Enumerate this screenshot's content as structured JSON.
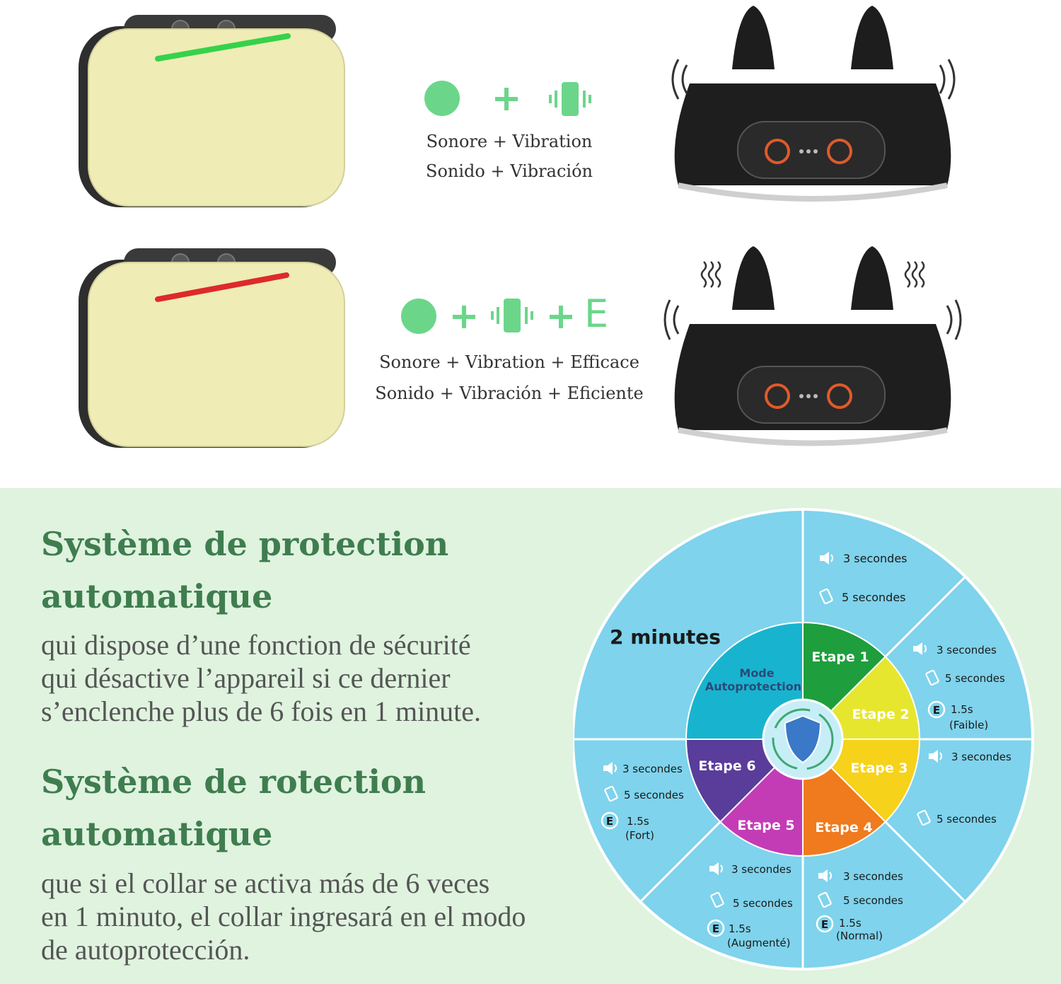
{
  "colors": {
    "green_accent": "#6bd68a",
    "heading_green": "#3f7d4f",
    "bg_green": "#dff3df",
    "circle_blue": "#7fd3ec",
    "stage1": "#1e9e3c",
    "stage2": "#e7e62e",
    "stage3": "#f6d21a",
    "stage4": "#f07a1e",
    "stage5": "#c43bb6",
    "stage6": "#5a3c9a",
    "mode": "#18b4cf"
  },
  "panel1": {
    "icons": [
      "dot-icon",
      "plus-icon",
      "vibration-icon"
    ],
    "caption_fr": "Sonore + Vibration",
    "caption_es": "Sonido + Vibración"
  },
  "panel2": {
    "icons": [
      "dot-icon",
      "plus-icon",
      "vibration-icon",
      "plus-icon",
      "e-icon"
    ],
    "e_letter": "E",
    "caption_fr": "Sonore + Vibration + Efficace",
    "caption_es": "Sonido + Vibración + Eficiente"
  },
  "text": {
    "heading1_line1": "Système de protection",
    "heading1_line2": "automatique",
    "para1": [
      "qui dispose d’une fonction de sécurité",
      "qui désactive l’appareil si ce dernier",
      "s’enclenche plus de 6 fois en 1 minute."
    ],
    "heading2_line1": "Système de rotection",
    "heading2_line2": "automatique",
    "para2": [
      "que si el collar se activa más de 6 veces",
      "en 1 minuto, el collar ingresará en el modo",
      "de autoprotección."
    ]
  },
  "diagram": {
    "timer": "2 minutes",
    "mode_line1": "Mode",
    "mode_line2": "Autoprotection",
    "e_letter": "E",
    "stages": {
      "s1": {
        "name": "Etape 1",
        "sound": "3 secondes",
        "vib": "5 secondes"
      },
      "s2": {
        "name": "Etape 2",
        "sound": "3 secondes",
        "vib": "5 secondes",
        "e_time": "1.5s",
        "e_level": "(Faible)"
      },
      "s3": {
        "name": "Etape 3",
        "sound": "3 secondes",
        "vib": "5 secondes"
      },
      "s4": {
        "name": "Etape 4",
        "sound": "3 secondes",
        "vib": "5 secondes",
        "e_time": "1.5s",
        "e_level": "(Normal)"
      },
      "s5": {
        "name": "Etape 5",
        "sound": "3 secondes",
        "vib": "5 secondes",
        "e_time": "1.5s",
        "e_level": "(Augmenté)"
      },
      "s6": {
        "name": "Etape 6",
        "sound": "3 secondes",
        "vib": "5 secondes",
        "e_time": "1.5s",
        "e_level": "(Fort)"
      }
    }
  }
}
